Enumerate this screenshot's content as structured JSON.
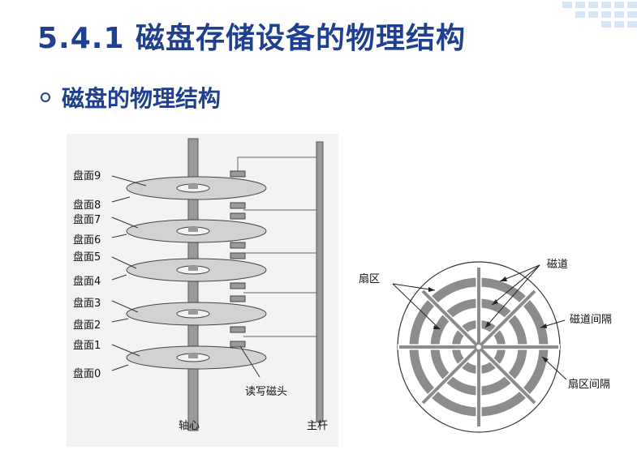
{
  "slide": {
    "title": "5.4.1 磁盘存储设备的物理结构",
    "bullet": "磁盘的物理结构"
  },
  "disk_stack": {
    "surface_labels": [
      "盘面9",
      "盘面8",
      "盘面7",
      "盘面6",
      "盘面5",
      "盘面4",
      "盘面3",
      "盘面2",
      "盘面1",
      "盘面0"
    ],
    "head_label": "读写磁头",
    "spindle_label": "轴心",
    "arm_label": "主杆"
  },
  "disk_top": {
    "track_label": "磁道",
    "sector_label": "扇区",
    "track_gap_label": "磁道间隔",
    "sector_gap_label": "扇区间隔"
  },
  "colors": {
    "title": "#1f3f8f",
    "platter": "#d2d2d2",
    "track": "#8c8c8c",
    "figure_bg": "#f3f3f3"
  }
}
